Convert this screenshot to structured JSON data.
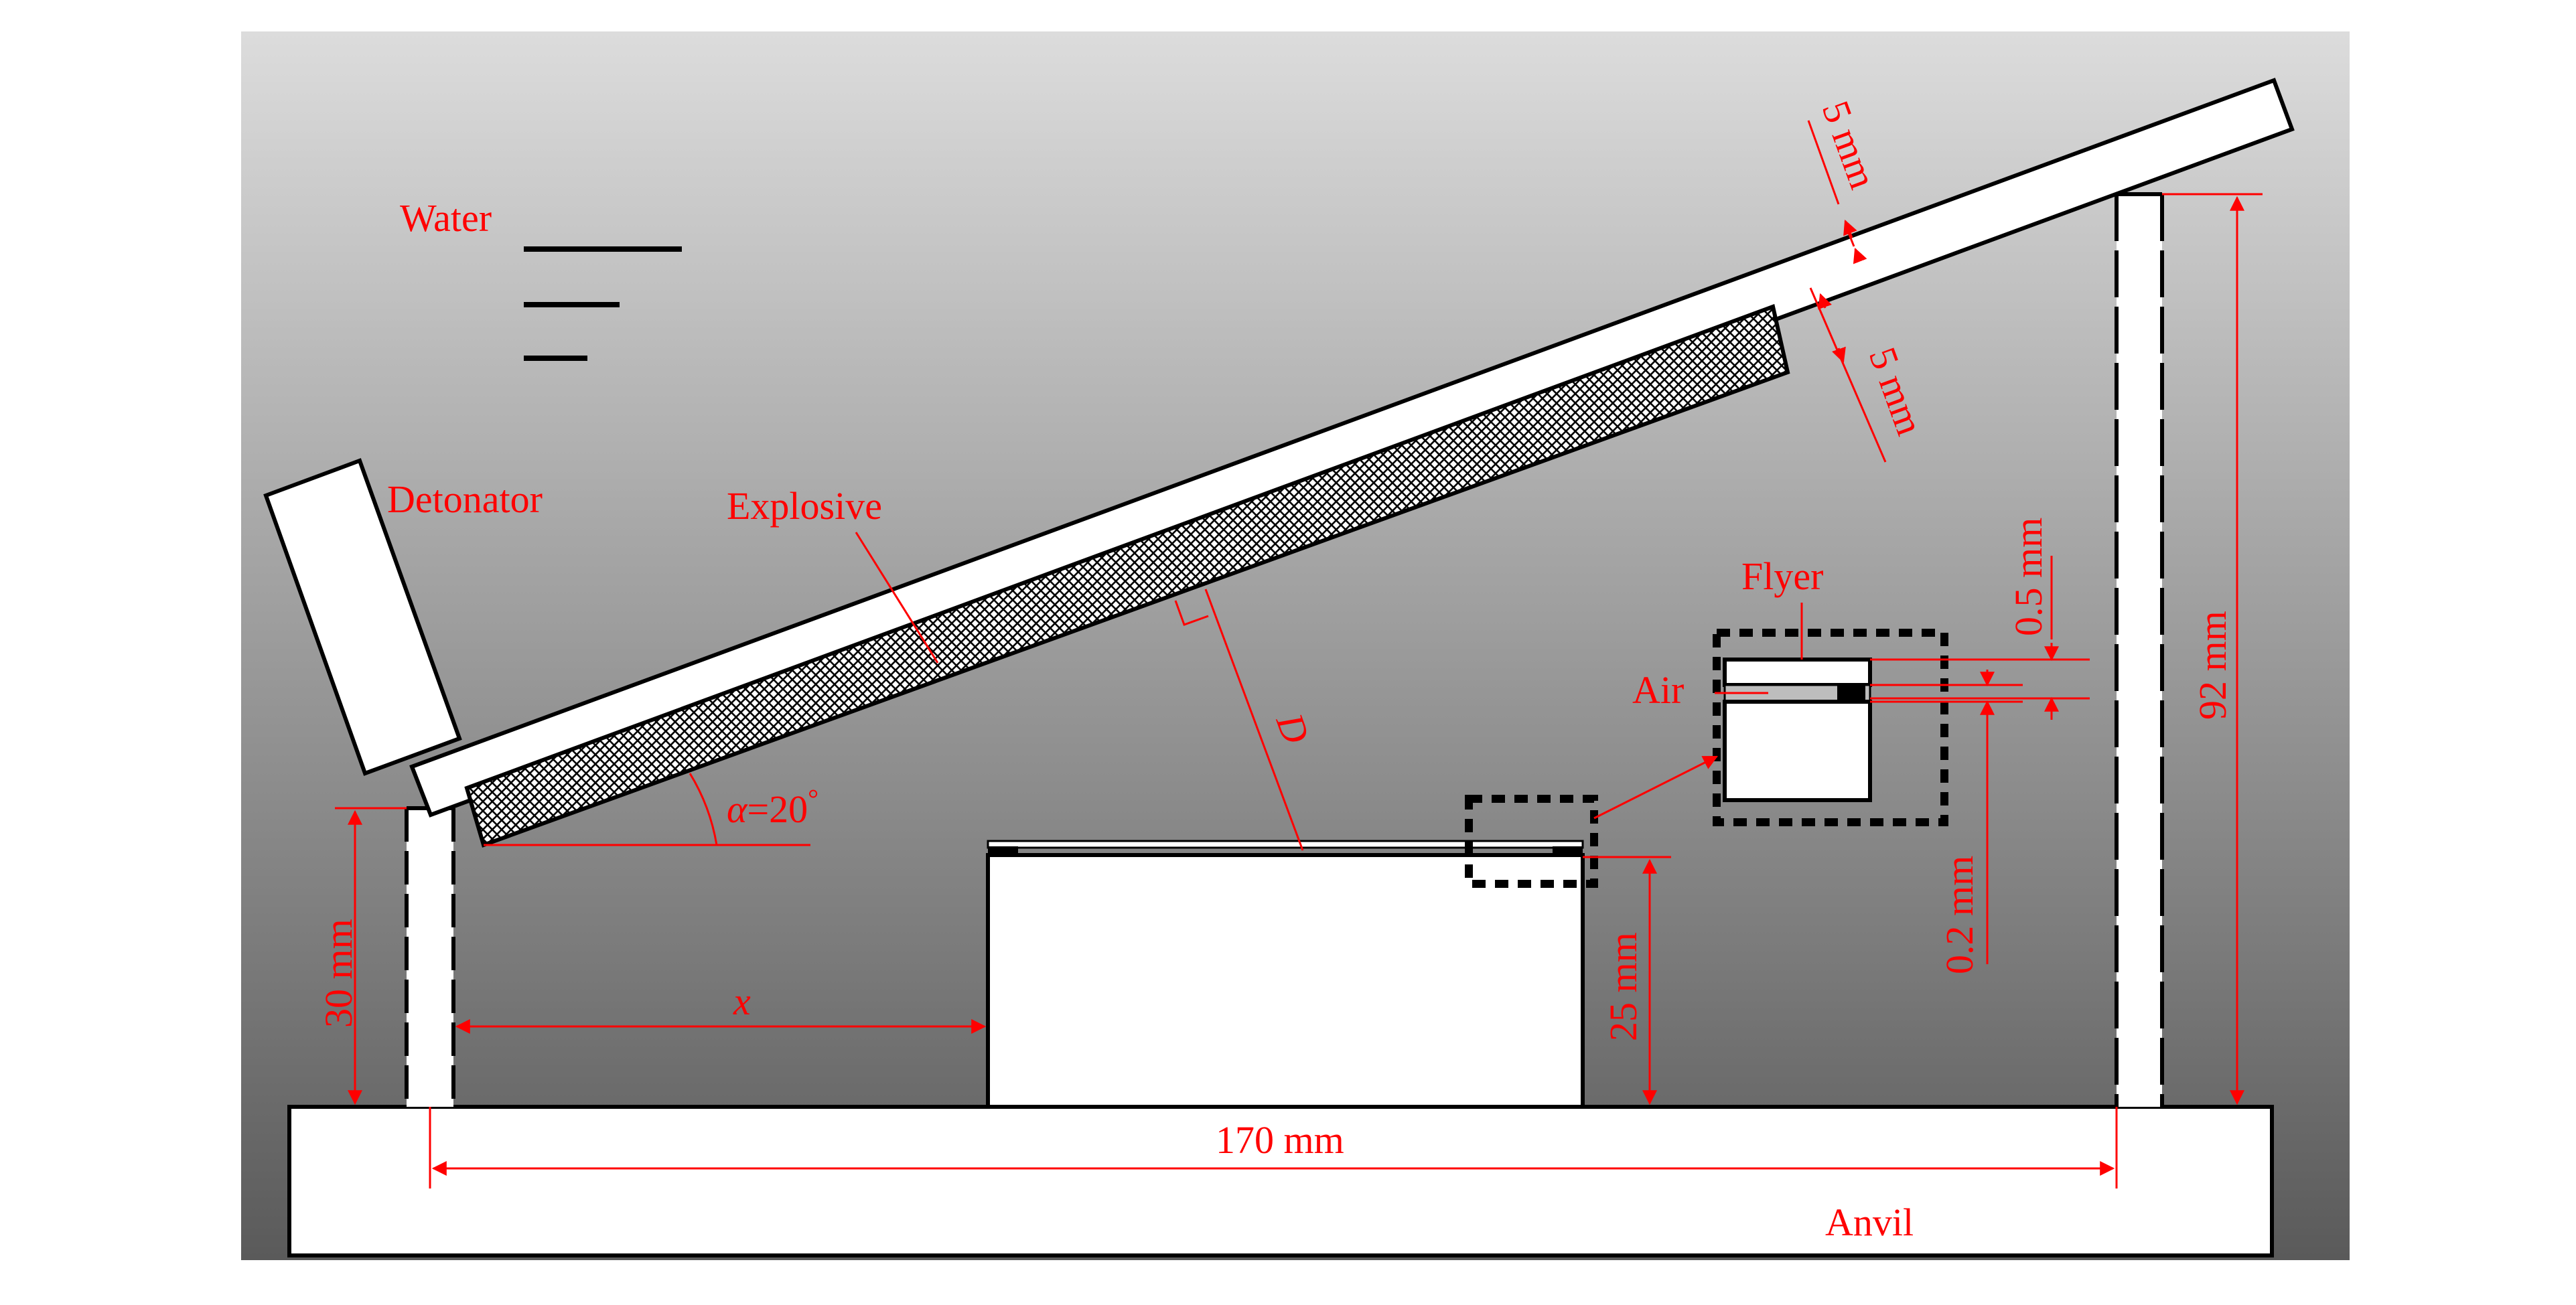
{
  "labels": {
    "water": "Water",
    "detonator": "Detonator",
    "explosive": "Explosive",
    "flyer": "Flyer",
    "air": "Air",
    "anvil": "Anvil",
    "distance": "D",
    "standoff": "x"
  },
  "angle": {
    "symbol": "α",
    "value": "=20",
    "unit": "°"
  },
  "dimensions": {
    "plate_thickness": "5 mm",
    "explosive_thickness": "5 mm",
    "flyer_thickness": "0.5 mm",
    "air_gap": "0.2 mm",
    "left_support_height": "30 mm",
    "base_plate_height": "25 mm",
    "right_support_height": "92 mm",
    "support_span": "170 mm"
  },
  "colors": {
    "annotation": "#ff0000",
    "outline": "#000000",
    "fill": "#ffffff",
    "background_top": "#dcdcdc",
    "background_bottom": "#5a5a5a"
  }
}
